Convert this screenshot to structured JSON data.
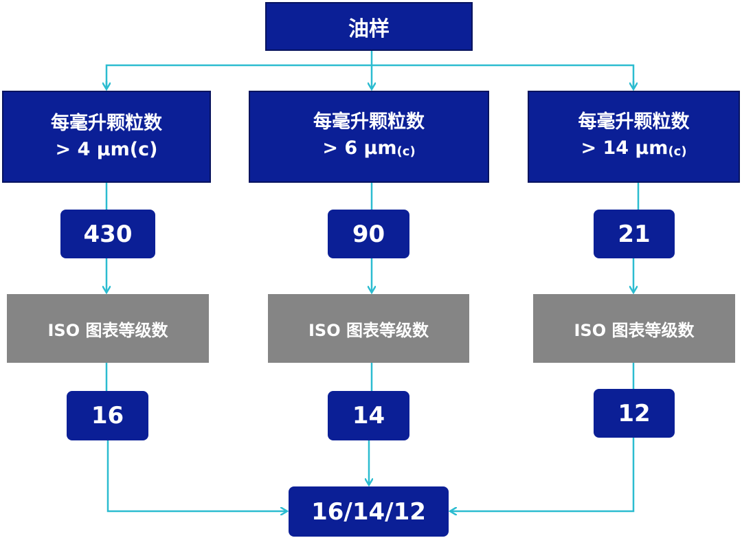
{
  "top": {
    "label": "油样"
  },
  "columns": [
    {
      "title": "每毫升颗粒数",
      "threshold": "> 4 µm",
      "unit_suffix": "(c)",
      "count": "430",
      "iso_label": "ISO 图表等级数",
      "code": "16"
    },
    {
      "title": "每毫升颗粒数",
      "threshold": "> 6 µm",
      "unit_suffix": "(c)",
      "count": "90",
      "iso_label": "ISO 图表等级数",
      "code": "14"
    },
    {
      "title": "每毫升颗粒数",
      "threshold": "> 14 µm",
      "unit_suffix": "(c)",
      "count": "21",
      "iso_label": "ISO 图表等级数",
      "code": "12"
    }
  ],
  "result": {
    "label": "16/14/12"
  },
  "colors": {
    "box": "#0b1f96",
    "gray": "#858585",
    "line": "#2bbcd0"
  }
}
